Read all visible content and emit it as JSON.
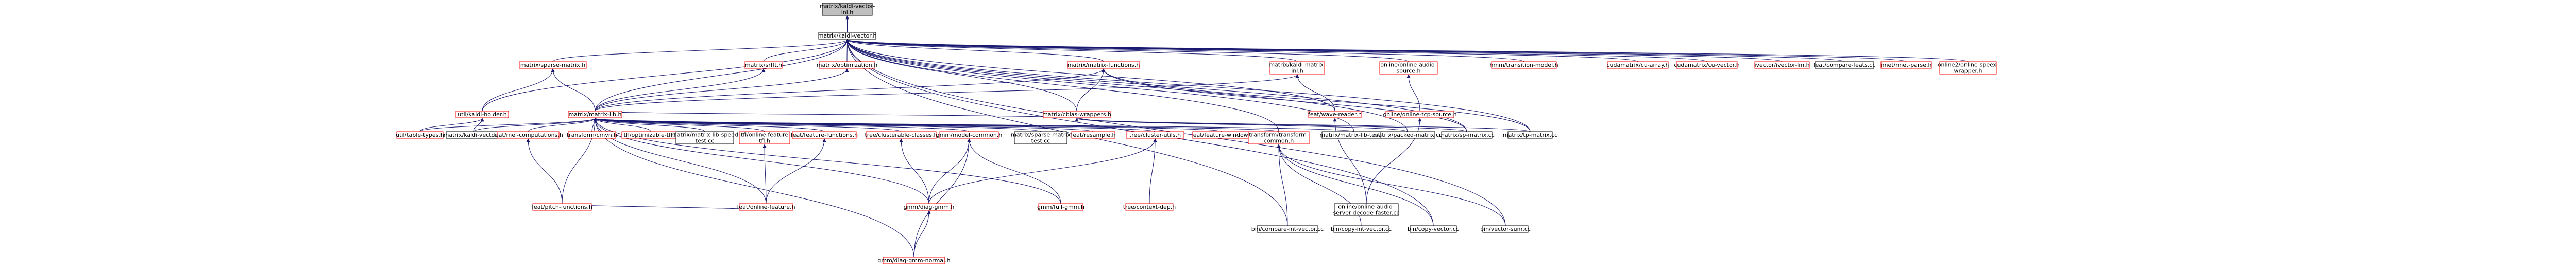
{
  "colors": {
    "edge": "#191970",
    "focus_fill": "#bfbfbf",
    "focus_stroke": "#000000",
    "normal_stroke": "#000000",
    "red_stroke": "#ff0000",
    "text": "#000000"
  },
  "nodes": [
    {
      "id": "root",
      "lines": [
        "matrix/kaldi-vector-",
        "inl.h"
      ],
      "style": "focus"
    },
    {
      "id": "kv",
      "lines": [
        "matrix/kaldi-vector.h"
      ],
      "style": "normal"
    },
    {
      "id": "sparse",
      "lines": [
        "matrix/sparse-matrix.h"
      ],
      "style": "red"
    },
    {
      "id": "srfft",
      "lines": [
        "matrix/srfft.h"
      ],
      "style": "red"
    },
    {
      "id": "optim",
      "lines": [
        "matrix/optimization.h"
      ],
      "style": "red"
    },
    {
      "id": "matfun",
      "lines": [
        "matrix/matrix-functions.h"
      ],
      "style": "red"
    },
    {
      "id": "kmatinl",
      "lines": [
        "matrix/kaldi-matrix-",
        "inl.h"
      ],
      "style": "red"
    },
    {
      "id": "oas",
      "lines": [
        "online/online-audio-",
        "source.h"
      ],
      "style": "red"
    },
    {
      "id": "transmodel",
      "lines": [
        "hmm/transition-model.h"
      ],
      "style": "red"
    },
    {
      "id": "cuarray",
      "lines": [
        "cudamatrix/cu-array.h"
      ],
      "style": "red"
    },
    {
      "id": "cuvec",
      "lines": [
        "cudamatrix/cu-vector.h"
      ],
      "style": "red"
    },
    {
      "id": "ivlevel",
      "lines": [
        "ivector/ivector-lm.h"
      ],
      "style": "red"
    },
    {
      "id": "featcmp",
      "lines": [
        "feat/compare-feats.cc"
      ],
      "style": "normal"
    },
    {
      "id": "nnetparse",
      "lines": [
        "nnet/nnet-parse.h"
      ],
      "style": "red"
    },
    {
      "id": "spkwrap",
      "lines": [
        "online2/online-speex-",
        "wrapper.h"
      ],
      "style": "red"
    },
    {
      "id": "kaldiholder",
      "lines": [
        "util/kaldi-holder.h"
      ],
      "style": "red"
    },
    {
      "id": "matlib",
      "lines": [
        "matrix/matrix-lib.h"
      ],
      "style": "red"
    },
    {
      "id": "cblas",
      "lines": [
        "matrix/cblas-wrappers.h"
      ],
      "style": "red"
    },
    {
      "id": "waveread",
      "lines": [
        "feat/wave-reader.h"
      ],
      "style": "red"
    },
    {
      "id": "ots",
      "lines": [
        "online/online-tcp-source.h"
      ],
      "style": "red"
    },
    {
      "id": "kvcc",
      "lines": [
        "matrix/kaldi-vector.cc"
      ],
      "style": "normal"
    },
    {
      "id": "mfcc",
      "lines": [
        "feat/mel-computations.h"
      ],
      "style": "red"
    },
    {
      "id": "transmvn",
      "lines": [
        "transform/cmvn.h"
      ],
      "style": "red"
    },
    {
      "id": "sfopt",
      "lines": [
        "tfl/optimizable-tfl.h"
      ],
      "style": "red"
    },
    {
      "id": "mlibspeed",
      "lines": [
        "matrix/matrix-lib-speed",
        "test.cc"
      ],
      "style": "normal"
    },
    {
      "id": "tfonline",
      "lines": [
        "tfl/online-feature",
        "tfl.h"
      ],
      "style": "red"
    },
    {
      "id": "featfunc",
      "lines": [
        "feat/feature-functions.h"
      ],
      "style": "red"
    },
    {
      "id": "treeclust",
      "lines": [
        "tree/clusterable-classes.h"
      ],
      "style": "red"
    },
    {
      "id": "gmmmodel",
      "lines": [
        "gmm/model-common.h"
      ],
      "style": "red"
    },
    {
      "id": "sparsetest",
      "lines": [
        "matrix/sparse-matrix",
        "test.cc"
      ],
      "style": "normal"
    },
    {
      "id": "resample",
      "lines": [
        "feat/resample.h"
      ],
      "style": "red"
    },
    {
      "id": "clusterutil",
      "lines": [
        "tree/cluster-utils.h"
      ],
      "style": "red"
    },
    {
      "id": "featembed",
      "lines": [
        "feat/feature-window.h"
      ],
      "style": "red"
    },
    {
      "id": "transcommon",
      "lines": [
        "transform/transform-",
        "common.h"
      ],
      "style": "red"
    },
    {
      "id": "kmattest",
      "lines": [
        "matrix/matrix-lib-test.cc"
      ],
      "style": "normal"
    },
    {
      "id": "pack",
      "lines": [
        "matrix/packed-matrix.cc"
      ],
      "style": "normal"
    },
    {
      "id": "sp",
      "lines": [
        "matrix/sp-matrix.cc"
      ],
      "style": "normal"
    },
    {
      "id": "tp",
      "lines": [
        "matrix/tp-matrix.cc"
      ],
      "style": "normal"
    },
    {
      "id": "ttypes",
      "lines": [
        "util/table-types.h"
      ],
      "style": "red"
    },
    {
      "id": "kv2cc",
      "lines": [
        "matrix/kaldi-vector.cc"
      ],
      "style": "normal"
    },
    {
      "id": "pitch",
      "lines": [
        "feat/pitch-functions.h"
      ],
      "style": "red"
    },
    {
      "id": "onlinefeat",
      "lines": [
        "feat/online-feature.h"
      ],
      "style": "red"
    },
    {
      "id": "diaggmm",
      "lines": [
        "gmm/diag-gmm.h"
      ],
      "style": "red"
    },
    {
      "id": "fullgmm",
      "lines": [
        "gmm/full-gmm.h"
      ],
      "style": "red"
    },
    {
      "id": "treesel",
      "lines": [
        "tree/context-dep.h"
      ],
      "style": "red"
    },
    {
      "id": "cmpvec",
      "lines": [
        "bin/compare-int-vector.cc"
      ],
      "style": "normal"
    },
    {
      "id": "copyint",
      "lines": [
        "bin/copy-int-vector.cc"
      ],
      "style": "normal"
    },
    {
      "id": "copyvec",
      "lines": [
        "bin/copy-vector.cc"
      ],
      "style": "normal"
    },
    {
      "id": "vecsum",
      "lines": [
        "bin/vector-sum.cc"
      ],
      "style": "normal"
    },
    {
      "id": "diaggmmnormal",
      "lines": [
        "gmm/diag-gmm-normal.h"
      ],
      "style": "red"
    },
    {
      "id": "oaserver",
      "lines": [
        "online/online-audio-",
        "server-decode-faster.cc"
      ],
      "style": "normal"
    }
  ]
}
